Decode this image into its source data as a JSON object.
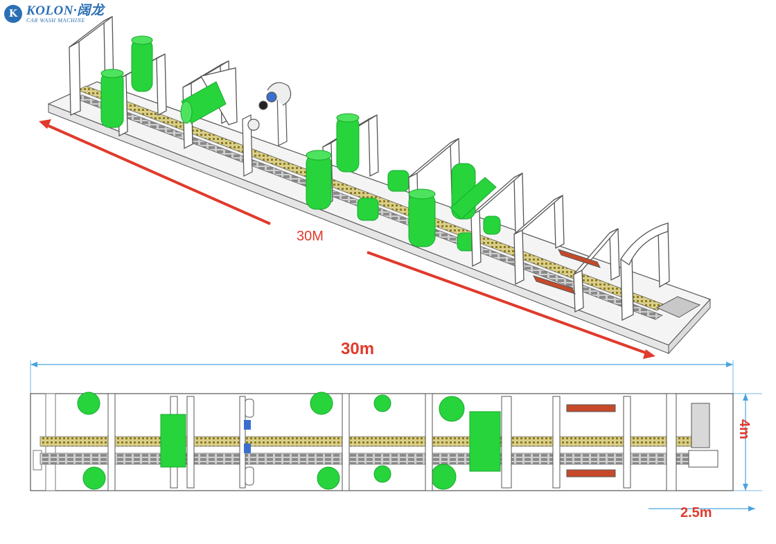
{
  "logo": {
    "name": "KOLON",
    "chinese": "·阔龙",
    "subtitle": "CAR WASH MACHINE",
    "mark": "K",
    "color": "#2a6fb3"
  },
  "dimensions": {
    "iso_length": "30M",
    "plan_length": "30m",
    "plan_width": "4m",
    "plan_detail": "2.5m"
  },
  "colors": {
    "brush": "#27d43c",
    "brush_dark": "#1aa82e",
    "dimension": "#e03a2c",
    "conveyor": "#b5a23a",
    "frame": "#555555"
  },
  "components": {
    "arches": "gantry-frames",
    "brushes": "rotary-brushes",
    "nozzles": "spray-nozzles",
    "conveyor": "chain-conveyor",
    "wheel_brushes": "wheel-brushes"
  }
}
